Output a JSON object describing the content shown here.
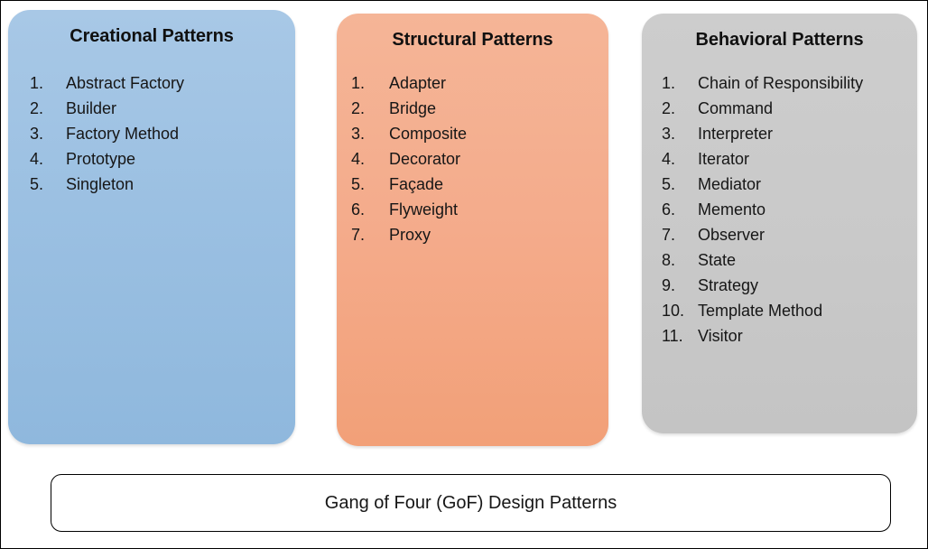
{
  "diagram": {
    "title": "Gang of Four (GoF) Design Patterns",
    "panels": [
      {
        "id": "creational",
        "title": "Creational Patterns",
        "color": "#9bc0e2",
        "items": [
          {
            "num": "1.",
            "label": "Abstract Factory"
          },
          {
            "num": "2.",
            "label": "Builder"
          },
          {
            "num": "3.",
            "label": "Factory Method"
          },
          {
            "num": "4.",
            "label": "Prototype"
          },
          {
            "num": "5.",
            "label": "Singleton"
          }
        ]
      },
      {
        "id": "structural",
        "title": "Structural Patterns",
        "color": "#f4ab8b",
        "items": [
          {
            "num": "1.",
            "label": "Adapter"
          },
          {
            "num": "2.",
            "label": "Bridge"
          },
          {
            "num": "3.",
            "label": "Composite"
          },
          {
            "num": "4.",
            "label": "Decorator"
          },
          {
            "num": "5.",
            "label": "Façade"
          },
          {
            "num": "6.",
            "label": "Flyweight"
          },
          {
            "num": "7.",
            "label": "Proxy"
          }
        ]
      },
      {
        "id": "behavioral",
        "title": "Behavioral Patterns",
        "color": "#c9c9c9",
        "items": [
          {
            "num": "1.",
            "label": "Chain of Responsibility"
          },
          {
            "num": "2.",
            "label": "Command"
          },
          {
            "num": "3.",
            "label": "Interpreter"
          },
          {
            "num": "4.",
            "label": "Iterator"
          },
          {
            "num": "5.",
            "label": "Mediator"
          },
          {
            "num": "6.",
            "label": "Memento"
          },
          {
            "num": "7.",
            "label": "Observer"
          },
          {
            "num": "8.",
            "label": "State"
          },
          {
            "num": "9.",
            "label": "Strategy"
          },
          {
            "num": "10.",
            "label": "Template Method"
          },
          {
            "num": "11.",
            "label": "Visitor"
          }
        ]
      }
    ]
  }
}
